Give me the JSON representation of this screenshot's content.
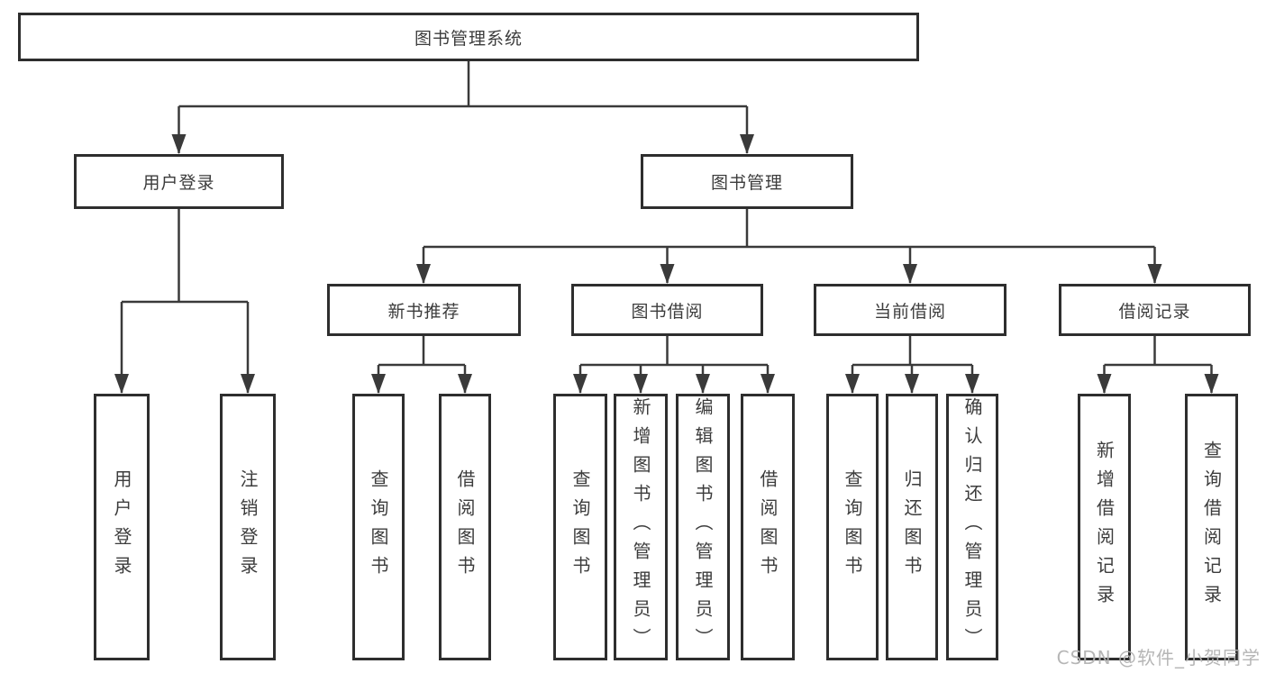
{
  "diagram": {
    "title": "图书管理系统",
    "root": {
      "label": "图书管理系统"
    },
    "branches": [
      {
        "label": "用户登录",
        "children": [
          {
            "label": "用户登录"
          },
          {
            "label": "注销登录"
          }
        ]
      },
      {
        "label": "图书管理",
        "children": [
          {
            "label": "新书推荐",
            "children": [
              {
                "label": "查询图书"
              },
              {
                "label": "借阅图书"
              }
            ]
          },
          {
            "label": "图书借阅",
            "children": [
              {
                "label": "查询图书"
              },
              {
                "label": "新增图书（管理员）"
              },
              {
                "label": "编辑图书（管理员）"
              },
              {
                "label": "借阅图书"
              }
            ]
          },
          {
            "label": "当前借阅",
            "children": [
              {
                "label": "查询图书"
              },
              {
                "label": "归还图书"
              },
              {
                "label": "确认归还（管理员）"
              }
            ]
          },
          {
            "label": "借阅记录",
            "children": [
              {
                "label": "新增借阅记录"
              },
              {
                "label": "查询借阅记录"
              }
            ]
          }
        ]
      }
    ]
  },
  "watermark": {
    "text": "CSDN @软件_小贺同学"
  },
  "colors": {
    "background": "#ffffff",
    "line": "#3a3a3a",
    "box_border": "#2e2e2e",
    "text": "#3c3c3c",
    "watermark": "#b2b2b2"
  }
}
